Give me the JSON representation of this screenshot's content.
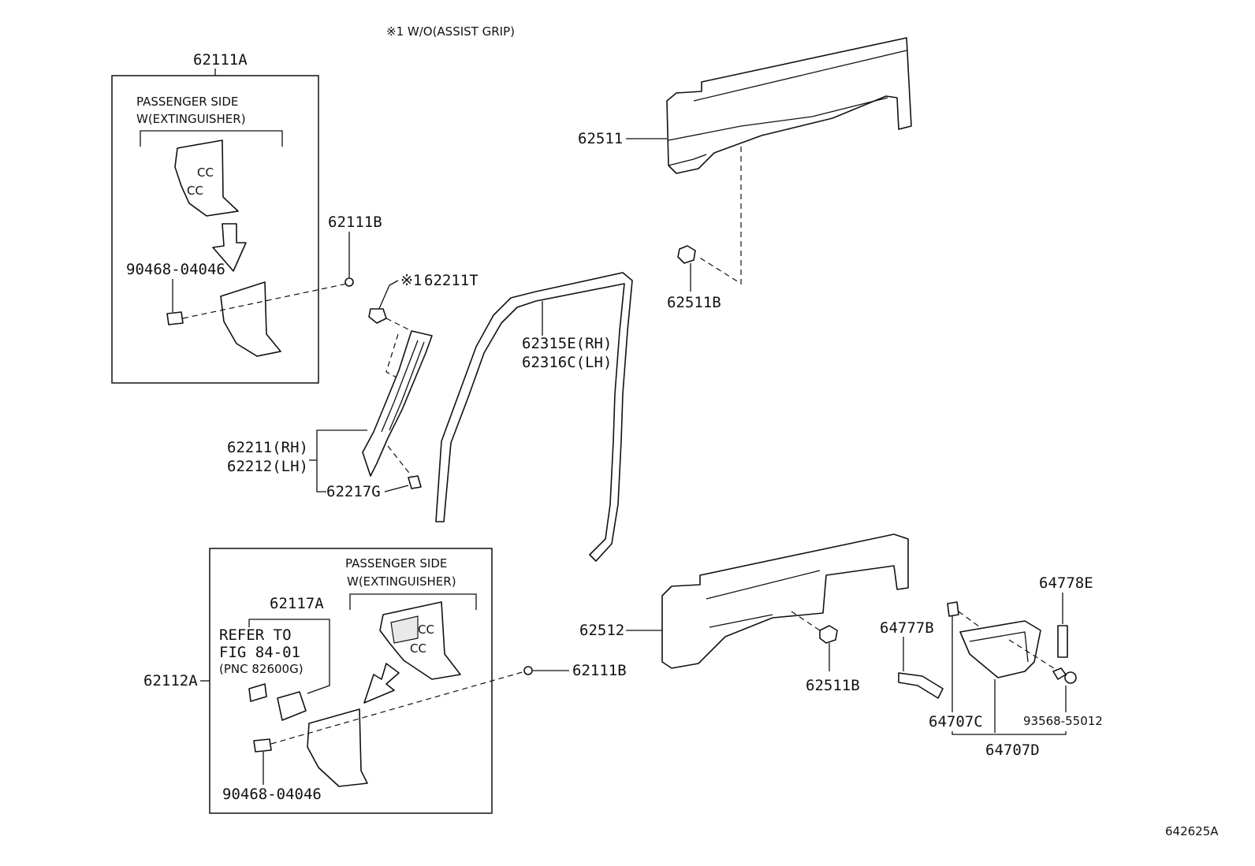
{
  "note": "※1 W/O(ASSIST GRIP)",
  "diagram_id": "642625A",
  "labels": {
    "p62111A": "62111A",
    "passenger_side_top": "PASSENGER SIDE",
    "extinguisher_top": "W(EXTINGUISHER)",
    "p90468_top": "90468-04046",
    "p62111B_top": "62111B",
    "p62211T_mark": "※1",
    "p62211T": "62211T",
    "p62511": "62511",
    "p62511B_top": "62511B",
    "p62315E": "62315E(RH)",
    "p62316C": "62316C(LH)",
    "p62211": "62211(RH)",
    "p62212": "62212(LH)",
    "p62217G": "62217G",
    "passenger_side_bot": "PASSENGER SIDE",
    "extinguisher_bot": "W(EXTINGUISHER)",
    "p62117A": "62117A",
    "refer_to": "REFER TO",
    "fig": "FIG 84-01",
    "pnc": "(PNC 82600G)",
    "p62112A": "62112A",
    "p62111B_bot": "62111B",
    "p90468_bot": "90468-04046",
    "p62512": "62512",
    "p62511B_bot": "62511B",
    "p64777B": "64777B",
    "p64778E": "64778E",
    "p64707C": "64707C",
    "p93568": "93568-55012",
    "p64707D": "64707D"
  }
}
